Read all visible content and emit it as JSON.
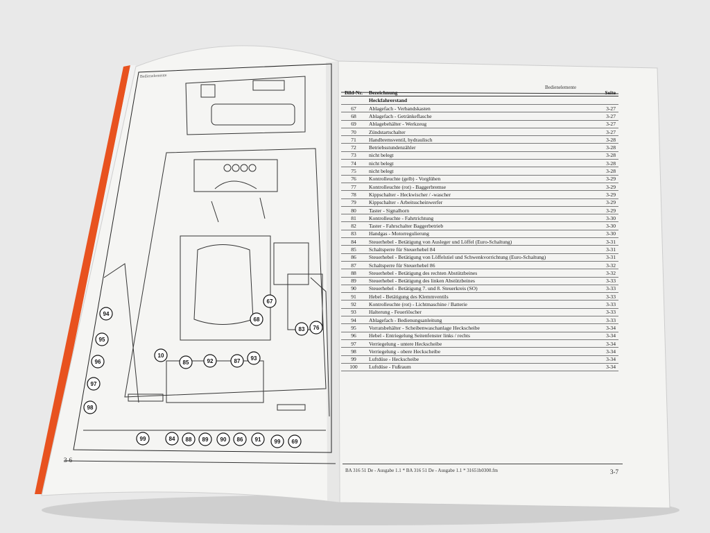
{
  "left_page": {
    "title": "Bedienelemente",
    "page_number": "3-6",
    "callouts": [
      "94",
      "95",
      "96",
      "97",
      "98",
      "10",
      "85",
      "92",
      "87",
      "93",
      "67",
      "68",
      "83",
      "76",
      "99",
      "84",
      "88",
      "89",
      "90",
      "86",
      "91",
      "99",
      "69"
    ]
  },
  "right_page": {
    "title": "Bedienelemente",
    "page_number": "3-7",
    "footer": "BA 316 51 De - Ausgabe 1.1 * BA 316 51 De - Ausgabe 1.1 * 31651b0300.fm",
    "table": {
      "headers": {
        "nr": "Bild-Nr.",
        "bez": "Bezeichnung",
        "seite": "Seite"
      },
      "section": "Heckfahrerstand",
      "rows": [
        {
          "nr": "67",
          "bez": "Ablagefach - Verbandskasten",
          "seite": "3-27"
        },
        {
          "nr": "68",
          "bez": "Ablagefach - Getränkeflasche",
          "seite": "3-27"
        },
        {
          "nr": "69",
          "bez": "Ablagebehälter - Werkzeug",
          "seite": "3-27"
        },
        {
          "nr": "70",
          "bez": "Zündstartschalter",
          "seite": "3-27"
        },
        {
          "nr": "71",
          "bez": "Handbremsventil, hydraulisch",
          "seite": "3-28"
        },
        {
          "nr": "72",
          "bez": "Betriebsstundenzähler",
          "seite": "3-28"
        },
        {
          "nr": "73",
          "bez": "nicht belegt",
          "seite": "3-28"
        },
        {
          "nr": "74",
          "bez": "nicht belegt",
          "seite": "3-28"
        },
        {
          "nr": "75",
          "bez": "nicht belegt",
          "seite": "3-28"
        },
        {
          "nr": "76",
          "bez": "Kontrolleuchte (gelb) - Vorglühen",
          "seite": "3-29"
        },
        {
          "nr": "77",
          "bez": "Kontrolleuchte (rot) - Baggerbremse",
          "seite": "3-29"
        },
        {
          "nr": "78",
          "bez": "Kippschalter - Heckwischer / -wascher",
          "seite": "3-29"
        },
        {
          "nr": "79",
          "bez": "Kippschalter - Arbeitsscheinwerfer",
          "seite": "3-29"
        },
        {
          "nr": "80",
          "bez": "Taster - Signalhorn",
          "seite": "3-29"
        },
        {
          "nr": "81",
          "bez": "Kontrolleuchte - Fahrtrichtung",
          "seite": "3-30"
        },
        {
          "nr": "82",
          "bez": "Taster - Fahrschalter Baggerbetrieb",
          "seite": "3-30"
        },
        {
          "nr": "83",
          "bez": "Handgas - Motorregulierung",
          "seite": "3-30"
        },
        {
          "nr": "84",
          "bez": "Steuerhebel - Betätigung von Ausleger und Löffel (Euro-Schaltung)",
          "seite": "3-31"
        },
        {
          "nr": "85",
          "bez": "Schaltsperre für Steuerhebel 84",
          "seite": "3-31"
        },
        {
          "nr": "86",
          "bez": "Steuerhebel - Betätigung von Löffelstiel und Schwenkvorrichtung (Euro-Schaltung)",
          "seite": "3-31"
        },
        {
          "nr": "87",
          "bez": "Schaltsperre für Steuerhebel 86",
          "seite": "3-32"
        },
        {
          "nr": "88",
          "bez": "Steuerhebel - Betätigung des rechten Abstützbeines",
          "seite": "3-32"
        },
        {
          "nr": "89",
          "bez": "Steuerhebel - Betätigung des linken Abstützbeines",
          "seite": "3-33"
        },
        {
          "nr": "90",
          "bez": "Steuerhebel - Betätigung 7. und 8. Steuerkreis (SO)",
          "seite": "3-33"
        },
        {
          "nr": "91",
          "bez": "Hebel - Betätigung des Klemmventils",
          "seite": "3-33"
        },
        {
          "nr": "92",
          "bez": "Kontrolleuchte (rot) - Lichtmaschine / Batterie",
          "seite": "3-33"
        },
        {
          "nr": "93",
          "bez": "Halterung - Feuerlöscher",
          "seite": "3-33"
        },
        {
          "nr": "94",
          "bez": "Ablagefach - Bedienungsanleitung",
          "seite": "3-33"
        },
        {
          "nr": "95",
          "bez": "Vorratsbehälter - Scheibenwaschanlage Heckscheibe",
          "seite": "3-34"
        },
        {
          "nr": "96",
          "bez": "Hebel - Entriegelung Seitenfenster links / rechts",
          "seite": "3-34"
        },
        {
          "nr": "97",
          "bez": "Verriegelung - untere Heckscheibe",
          "seite": "3-34"
        },
        {
          "nr": "98",
          "bez": "Verriegelung - obere Heckscheibe",
          "seite": "3-34"
        },
        {
          "nr": "99",
          "bez": "Luftdüse - Heckscheibe",
          "seite": "3-34"
        },
        {
          "nr": "100",
          "bez": "Luftdüse - Fußraum",
          "seite": "3-34"
        }
      ]
    }
  }
}
